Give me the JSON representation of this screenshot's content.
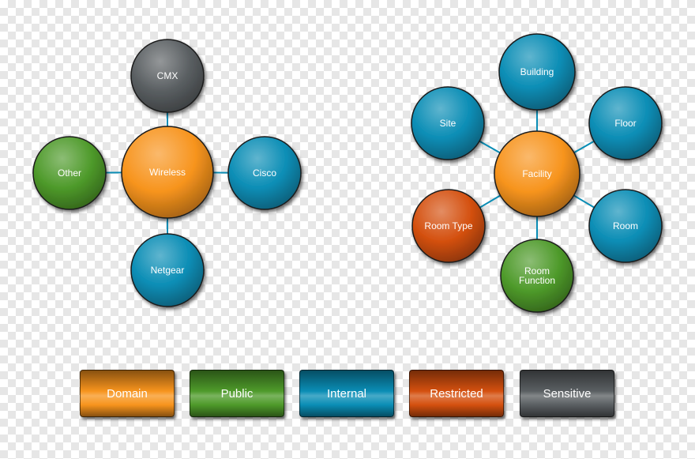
{
  "colors": {
    "Domain": "#F7941D",
    "Public": "#4E9A2A",
    "Internal": "#0A8DB5",
    "Restricted": "#D4500F",
    "Sensitive": "#5A5F62"
  },
  "clusters": [
    {
      "name": "wireless",
      "center": {
        "id": "wireless",
        "label": "Wireless",
        "class": "Domain"
      },
      "nodes": [
        {
          "id": "cmx",
          "label": "CMX",
          "class": "Sensitive"
        },
        {
          "id": "other",
          "label": "Other",
          "class": "Public"
        },
        {
          "id": "cisco",
          "label": "Cisco",
          "class": "Internal"
        },
        {
          "id": "netgear",
          "label": "Netgear",
          "class": "Internal"
        }
      ]
    },
    {
      "name": "facility",
      "center": {
        "id": "facility",
        "label": "Facility",
        "class": "Domain"
      },
      "nodes": [
        {
          "id": "building",
          "label": "Building",
          "class": "Internal"
        },
        {
          "id": "site",
          "label": "Site",
          "class": "Internal"
        },
        {
          "id": "floor",
          "label": "Floor",
          "class": "Internal"
        },
        {
          "id": "room-type",
          "label": "Room Type",
          "class": "Restricted"
        },
        {
          "id": "room",
          "label": "Room",
          "class": "Internal"
        },
        {
          "id": "room-function",
          "label": "Room\nFunction",
          "class": "Public"
        }
      ]
    }
  ],
  "legend": [
    {
      "label": "Domain",
      "class": "Domain"
    },
    {
      "label": "Public",
      "class": "Public"
    },
    {
      "label": "Internal",
      "class": "Internal"
    },
    {
      "label": "Restricted",
      "class": "Restricted"
    },
    {
      "label": "Sensitive",
      "class": "Sensitive"
    }
  ]
}
